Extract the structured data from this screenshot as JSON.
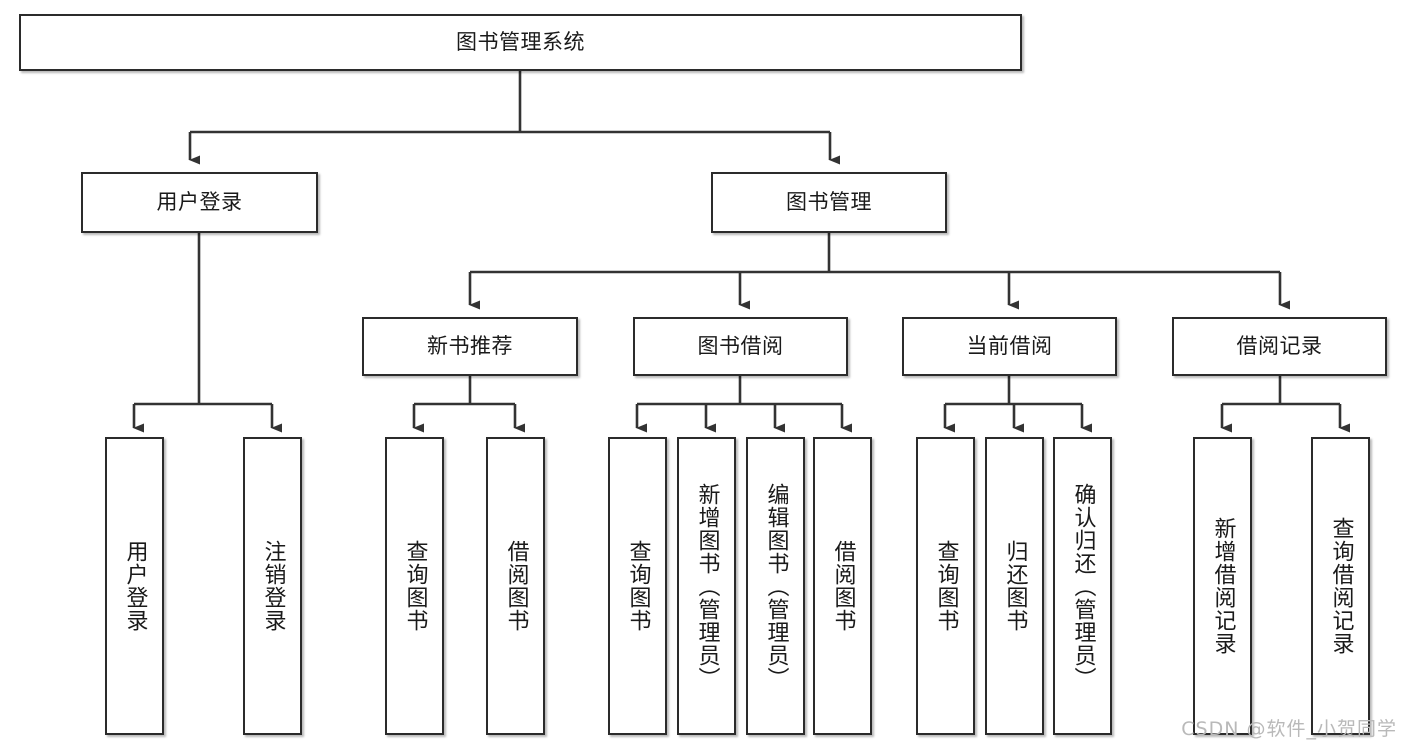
{
  "diagram": {
    "type": "tree",
    "title": "图书管理系统",
    "root": {
      "label": "图书管理系统"
    },
    "level2": [
      {
        "label": "用户登录"
      },
      {
        "label": "图书管理"
      }
    ],
    "level3": [
      {
        "label": "新书推荐"
      },
      {
        "label": "图书借阅"
      },
      {
        "label": "当前借阅"
      },
      {
        "label": "借阅记录"
      }
    ],
    "leaves": {
      "user_login": [
        {
          "label": "用户登录"
        },
        {
          "label": "注销登录"
        }
      ],
      "new_book_recommend": [
        {
          "label": "查询图书"
        },
        {
          "label": "借阅图书"
        }
      ],
      "book_borrow": [
        {
          "label": "查询图书"
        },
        {
          "label": "新增图书（管理员）"
        },
        {
          "label": "编辑图书（管理员）"
        },
        {
          "label": "借阅图书"
        }
      ],
      "current_borrow": [
        {
          "label": "查询图书"
        },
        {
          "label": "归还图书"
        },
        {
          "label": "确认归还（管理员）"
        }
      ],
      "borrow_record": [
        {
          "label": "新增借阅记录"
        },
        {
          "label": "查询借阅记录"
        }
      ]
    },
    "colors": {
      "border": "#2b2b2b",
      "fill": "#ffffff",
      "text": "#1a1a1a",
      "edge": "#333333",
      "watermark": "#b9b9b9"
    }
  },
  "watermark": {
    "text": "CSDN @软件_小贺同学"
  }
}
